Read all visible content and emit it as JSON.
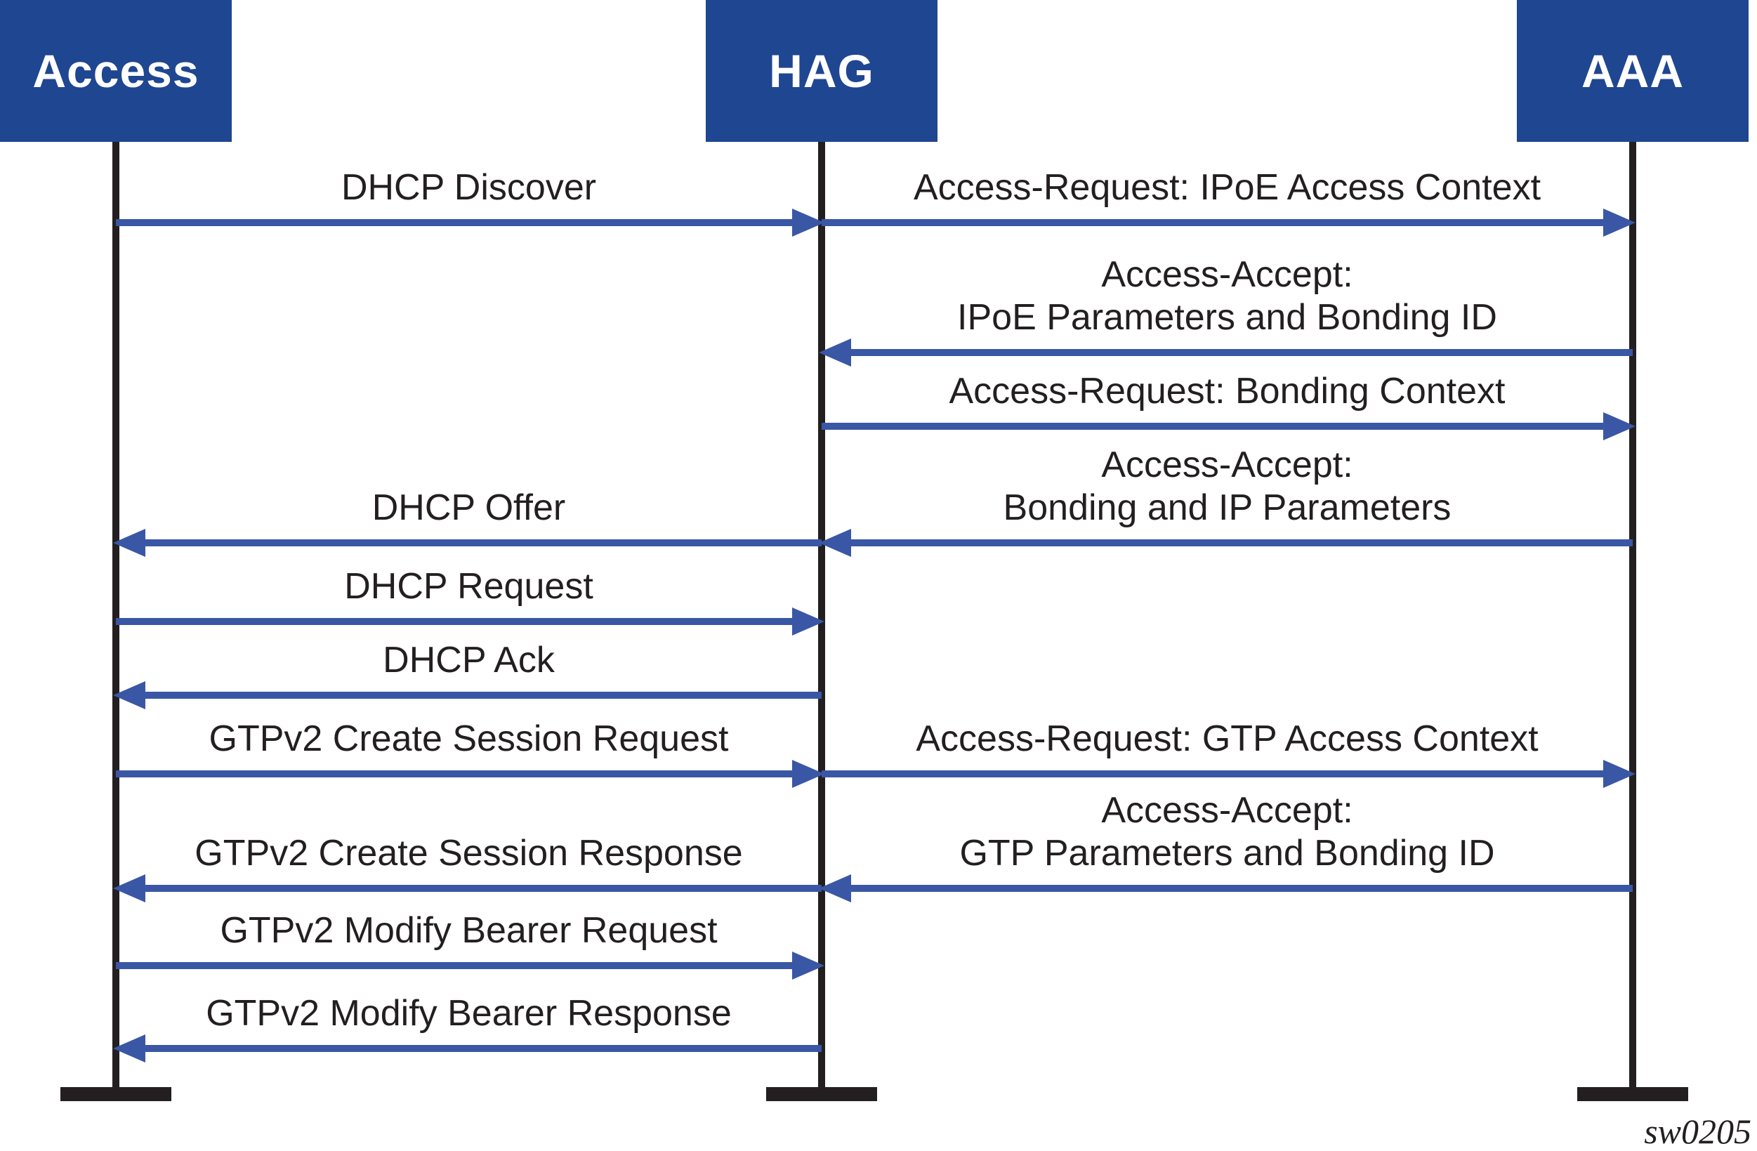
{
  "diagram": {
    "watermark": "sw0205",
    "colors": {
      "background": "#FFFFFF",
      "actor_fill": "#1F4691",
      "actor_text": "#FFFFFF",
      "arrow": "#3A57A5",
      "line": "#231F20",
      "text": "#231F20"
    },
    "actors": [
      {
        "id": "access",
        "label": "Access"
      },
      {
        "id": "hag",
        "label": "HAG"
      },
      {
        "id": "aaa",
        "label": "AAA"
      }
    ],
    "messages": [
      {
        "from": "access",
        "to": "hag",
        "lines": [
          "DHCP Discover"
        ]
      },
      {
        "from": "hag",
        "to": "aaa",
        "lines": [
          "Access-Request: IPoE Access Context"
        ]
      },
      {
        "from": "aaa",
        "to": "hag",
        "lines": [
          "Access-Accept:",
          "IPoE Parameters and Bonding ID"
        ]
      },
      {
        "from": "hag",
        "to": "aaa",
        "lines": [
          "Access-Request: Bonding Context"
        ]
      },
      {
        "from": "hag",
        "to": "access",
        "lines": [
          "DHCP Offer"
        ]
      },
      {
        "from": "aaa",
        "to": "hag",
        "lines": [
          "Access-Accept:",
          "Bonding and IP Parameters"
        ]
      },
      {
        "from": "access",
        "to": "hag",
        "lines": [
          "DHCP Request"
        ]
      },
      {
        "from": "hag",
        "to": "access",
        "lines": [
          "DHCP Ack"
        ]
      },
      {
        "from": "access",
        "to": "hag",
        "lines": [
          "GTPv2 Create Session Request"
        ]
      },
      {
        "from": "hag",
        "to": "aaa",
        "lines": [
          "Access-Request: GTP Access Context"
        ]
      },
      {
        "from": "hag",
        "to": "access",
        "lines": [
          "GTPv2 Create Session Response"
        ]
      },
      {
        "from": "aaa",
        "to": "hag",
        "lines": [
          "Access-Accept:",
          "GTP Parameters and Bonding ID"
        ]
      },
      {
        "from": "access",
        "to": "hag",
        "lines": [
          "GTPv2 Modify Bearer Request"
        ]
      },
      {
        "from": "hag",
        "to": "access",
        "lines": [
          "GTPv2 Modify Bearer Response"
        ]
      }
    ]
  }
}
